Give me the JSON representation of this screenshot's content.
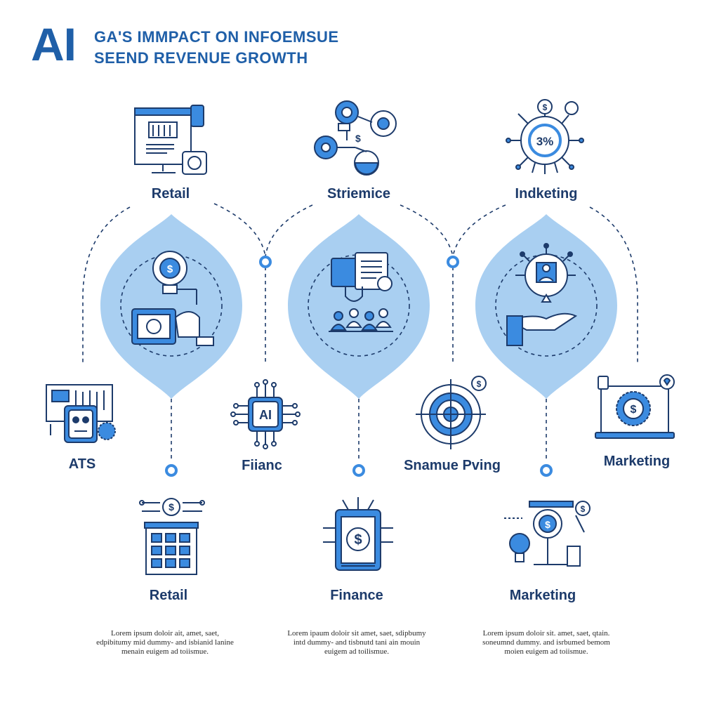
{
  "header": {
    "logo": "AI",
    "title_line1": "GA'S IMMPACT ON INFOEMSUE",
    "title_line2": "SEEND REVENUE GROWTH"
  },
  "top_row": {
    "retail_label": "Retail",
    "service_label": "Striemice",
    "marketing_label": "Indketing"
  },
  "middle_row": {
    "ars_label": "ATS",
    "finance_label": "Fiianc",
    "pricing_label": "Snamue Pving",
    "marketing_label": "Marketing"
  },
  "bottom_row": {
    "retail_label": "Retail",
    "finance_label": "Finance",
    "marketing_label": "Marketing"
  },
  "descriptions": {
    "retail": "Lorem ipsum doloir ait, amet, saet, edpibitumy mid dummy- and isbianid lanine menain euigem ad toiismue.",
    "finance": "Lorem ipaum doloir sit amet, saet, sdipbumy intd dummy- and tisbnutd tani ain mouin euigem ad toilismue.",
    "marketing": "Lorem ipsum doloir sit. amet, saet, qtain. soneumnd dummy. and isrbumed bemom moien euigem ad toiismue."
  },
  "icon_text": {
    "gauge_text": "3%",
    "chip_text": "AI",
    "dollar": "$"
  },
  "colors": {
    "primary": "#1f5fa8",
    "accent": "#3b8be0",
    "drop_fill": "#a9cff1",
    "line": "#1d3b6b"
  }
}
